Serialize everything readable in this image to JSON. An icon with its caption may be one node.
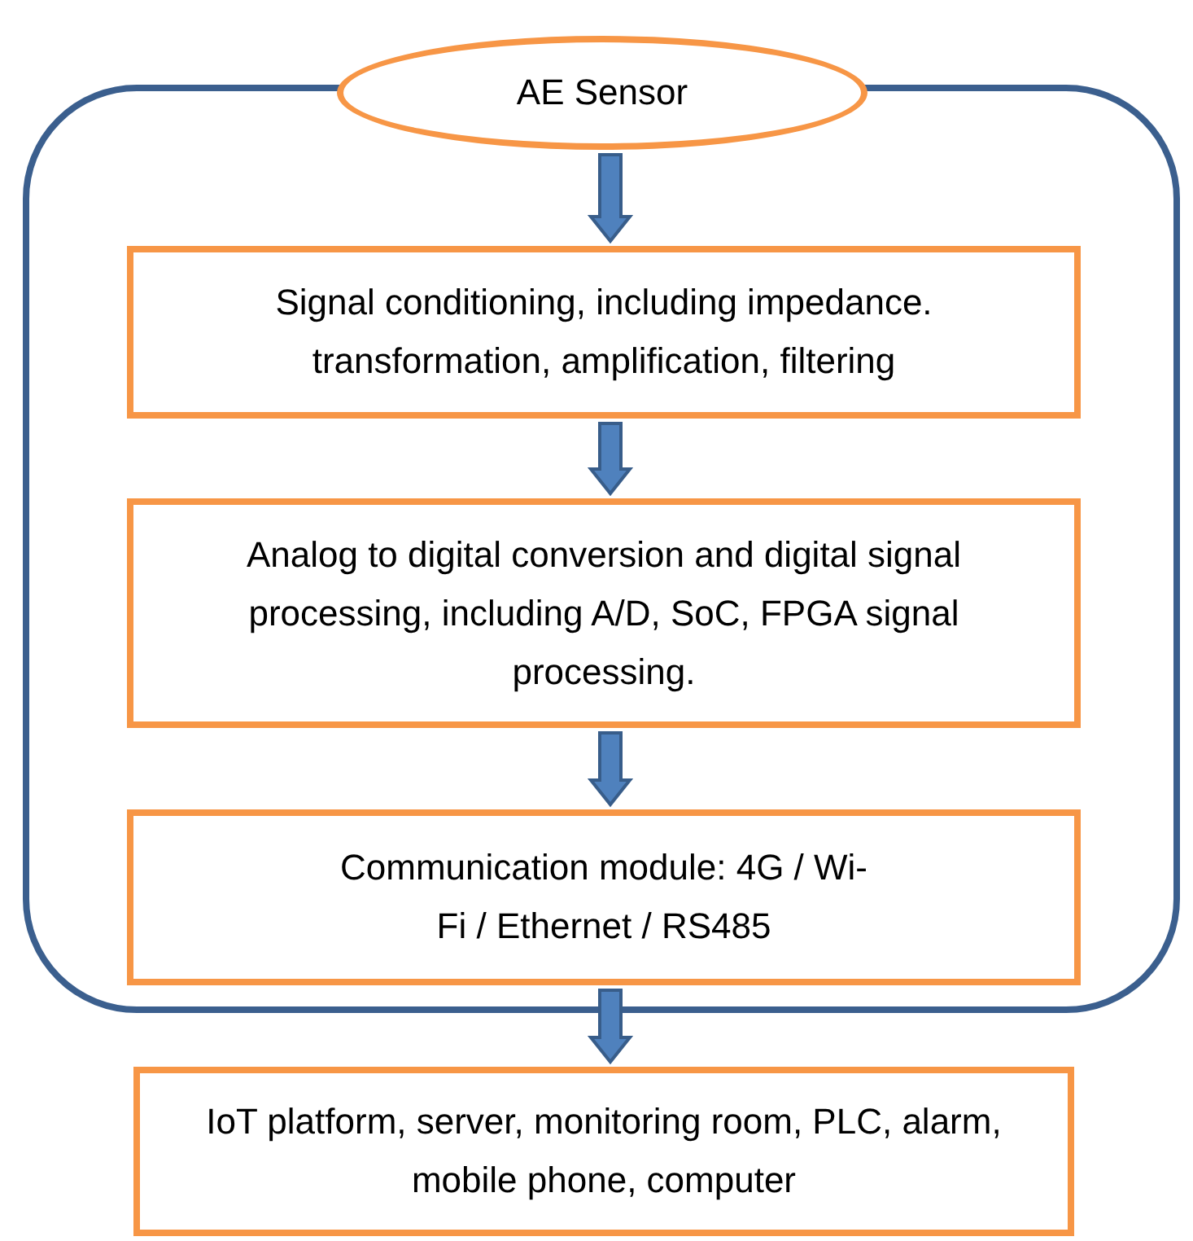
{
  "diagram": {
    "nodes": [
      {
        "text": [],
        "shape": "box"
      },
      {
        "text": [
          "AE Sensor"
        ]
      },
      {
        "text": [
          "Signal conditioning, including impedance. transformation, amplification, filtering"
        ],
        "in": 0
      },
      {
        "text": [
          "Analog to digital conversion and digital signal processing, including A/D, SoC, FPGA signal processing."
        ],
        "in": 0
      },
      {
        "text": [
          "Communication module: 4G / Wi-Fi / Ethernet / RS485"
        ],
        "in": 0
      },
      {
        "text": [
          "IoT platform, server, monitoring room, PLC, alarm, mobile phone, computer"
        ]
      }
    ],
    "edges": [
      {
        "from": 1,
        "to": 2,
        "arrow": "to",
        "style": "thick"
      },
      {
        "from": 2,
        "to": 3,
        "arrow": "to",
        "style": "thick"
      },
      {
        "from": 3,
        "to": 4,
        "arrow": "to",
        "style": "thick"
      },
      {
        "from": 4,
        "to": 5,
        "arrow": "to",
        "style": "thick"
      }
    ]
  }
}
